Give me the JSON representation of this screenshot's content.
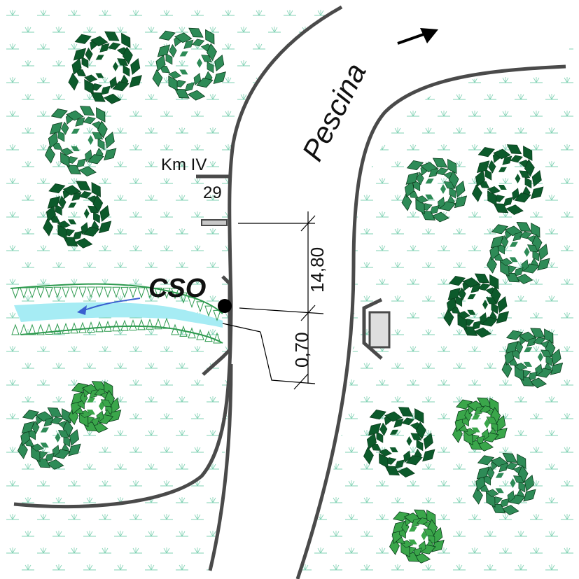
{
  "map": {
    "river_name": "Pescina",
    "km_label_top": "Km IV",
    "km_label_bottom": "29",
    "cso_label": "CSO",
    "width_dimension": "14,80",
    "offset_dimension": "0,70"
  },
  "colors": {
    "bank_line": "#4a4a4a",
    "tree_dark": "#0c5a2b",
    "tree_mid": "#2e8b57",
    "tree_light": "#3aa64a",
    "grass": "#7fd1b3",
    "channel_fill": "#a6ecf4",
    "channel_edge": "#2e9a4f",
    "flow_arrow": "#3a5fd0",
    "structure_fill": "#c8c8c8"
  },
  "icons": {
    "flow_direction": "arrow-icon",
    "outfall_point": "cso-point-icon"
  }
}
